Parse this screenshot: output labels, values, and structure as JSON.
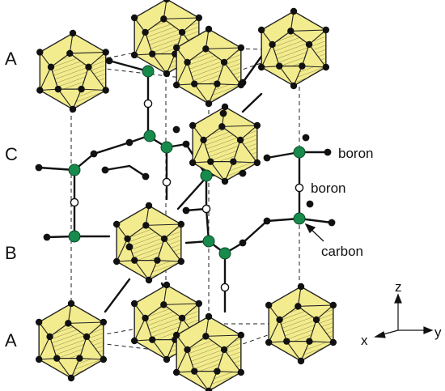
{
  "diagram": {
    "layers": [
      "A",
      "C",
      "B",
      "A"
    ],
    "labels": {
      "boron_1": "boron",
      "boron_2": "boron",
      "carbon": "carbon"
    },
    "axes": {
      "z": "z",
      "x": "x",
      "y": "y"
    },
    "colors": {
      "icosahedron_fill": "#f3ec8f",
      "icosahedron_edge": "#222222",
      "atom_black": "#111111",
      "atom_carbon": "#178a4c",
      "atom_boron_open": "#ffffff",
      "bond": "#111111"
    }
  }
}
